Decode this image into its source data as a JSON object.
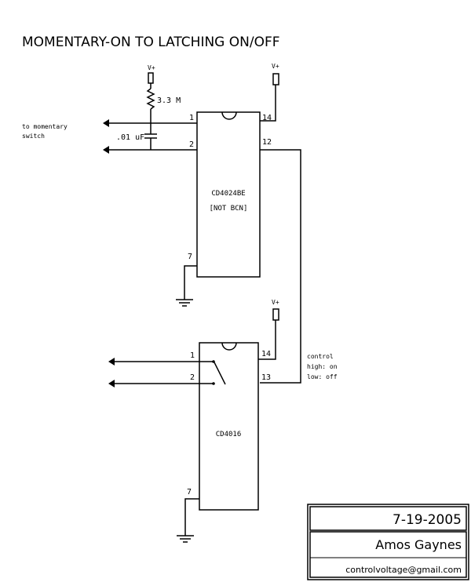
{
  "title": "MOMENTARY-ON TO LATCHING ON/OFF",
  "supply_label": "V+",
  "resistor_label": "3.3 M",
  "capacitor_label": ".01 uF",
  "switch_label": [
    "to momentary",
    "switch"
  ],
  "control_label": [
    "control",
    "high: on",
    "low: off"
  ],
  "chip1": {
    "name": [
      "CD4024BE",
      "[NOT BCN]"
    ],
    "pins": {
      "p1": "1",
      "p2": "2",
      "p7": "7",
      "p12": "12",
      "p14": "14"
    }
  },
  "chip2": {
    "name": "CD4016",
    "pins": {
      "p1": "1",
      "p2": "2",
      "p7": "7",
      "p13": "13",
      "p14": "14"
    }
  },
  "title_block": {
    "date": "7-19-2005",
    "author": "Amos Gaynes",
    "email": "controlvoltage@gmail.com"
  }
}
